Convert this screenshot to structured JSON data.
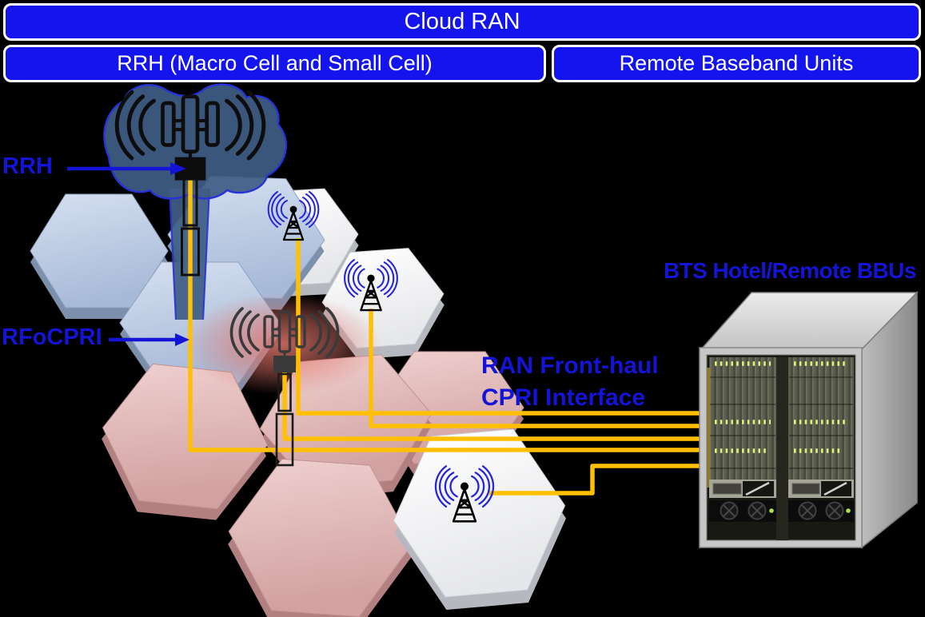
{
  "banners": {
    "cloud_ran": "Cloud RAN",
    "rrh_macro_small": "RRH (Macro Cell and Small Cell)",
    "remote_bbu": "Remote Baseband Units"
  },
  "labels": {
    "rrh": "RRH",
    "rfocpri": "RFoCPRI",
    "fronthaul_line1": "RAN Front-haul",
    "fronthaul_line2": "CPRI Interface",
    "bts_hotel": "BTS Hotel/Remote BBUs"
  },
  "colors": {
    "background": "#000000",
    "banner_blue": "#1414EE",
    "label_blue": "#1414D6",
    "cable_orange": "#FFC003",
    "hex_blue": "#B7C7E0",
    "hex_pink": "#DFB2B2",
    "hex_white": "#F6F6F6",
    "coverage_blob_blue": "#3E5C84",
    "tower_wave_blue": "#2626D8",
    "rack_gray": "#C7C7C7",
    "led_green": "#DFF07E"
  },
  "icons": {
    "macro_antenna": "dipole-antenna-with-waves",
    "small_cell_antenna": "lattice-tower-with-waves",
    "bbu_rack": "equipment-rack-cabinet",
    "coverage_blob": "macro-coverage-cloud",
    "pointer_arrows": "blue-callout-arrows"
  }
}
